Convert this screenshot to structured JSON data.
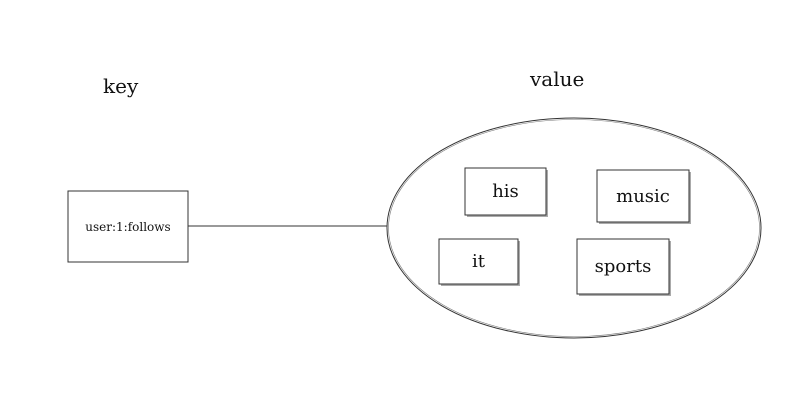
{
  "labels": {
    "key": "key",
    "value": "value"
  },
  "key_box": {
    "text": "user:1:follows"
  },
  "set_members": [
    "his",
    "music",
    "it",
    "sports"
  ],
  "colors": {
    "stroke": "#333333",
    "background": "#ffffff",
    "text": "#111111"
  }
}
